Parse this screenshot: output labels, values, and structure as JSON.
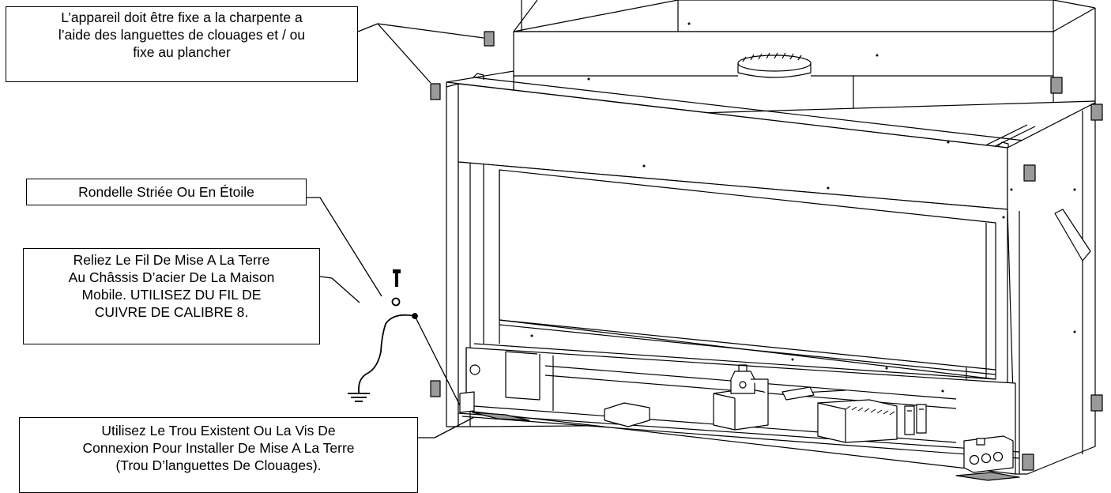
{
  "callouts": {
    "nailing_tabs": {
      "lines": [
        "L’appareil doit être fixe a la charpente a",
        "l’aide des languettes de clouages et / ou",
        "fixe au plancher"
      ]
    },
    "star_washer": {
      "lines": [
        "Rondelle Striée Ou En Étoile"
      ]
    },
    "ground_wire": {
      "lines": [
        "Reliez Le Fil De Mise A La Terre",
        "Au Châssis D’acier De La Maison",
        "Mobile. UTILISEZ DU FIL DE",
        "CUIVRE DE CALIBRE 8."
      ]
    },
    "existing_hole": {
      "lines": [
        "Utilisez Le Trou Existent Ou La Vis De",
        "Connexion Pour Installer De Mise A La Terre",
        "(Trou D’languettes De Clouages)."
      ]
    }
  },
  "icons": [
    "screw-icon",
    "star-washer-icon",
    "ground-symbol-icon"
  ],
  "colors": {
    "line": "#000000",
    "background": "#ffffff",
    "tab_fill": "#9a9a9a"
  }
}
